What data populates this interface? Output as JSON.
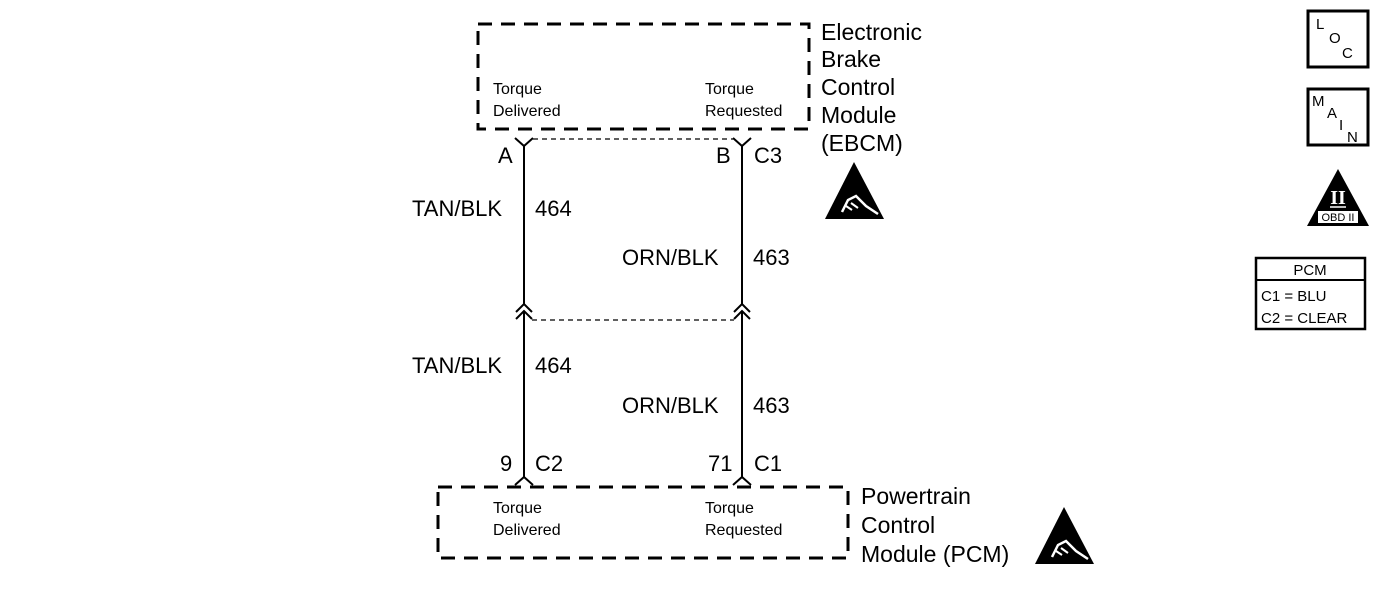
{
  "ebcm": {
    "name_lines": [
      "Electronic",
      "Brake",
      "Control",
      "Module",
      "(EBCM)"
    ],
    "pin_left_lines": [
      "Torque",
      "Delivered"
    ],
    "pin_right_lines": [
      "Torque",
      "Requested"
    ],
    "pin_left_id": "A",
    "pin_right_id": "B",
    "connector": "C3"
  },
  "wires": {
    "left": {
      "color": "TAN/BLK",
      "circuit": "464"
    },
    "right": {
      "color": "ORN/BLK",
      "circuit": "463"
    }
  },
  "pcm": {
    "name_lines": [
      "Powertrain",
      "Control",
      "Module (PCM)"
    ],
    "pin_left_lines": [
      "Torque",
      "Delivered"
    ],
    "pin_right_lines": [
      "Torque",
      "Requested"
    ],
    "pin_left_id": "9",
    "pin_left_connector": "C2",
    "pin_right_id": "71",
    "pin_right_connector": "C1"
  },
  "legend": {
    "loc_letters": [
      "L",
      "O",
      "C"
    ],
    "main_letters": [
      "M",
      "A",
      "I",
      "N"
    ],
    "obd_symbol": "II",
    "obd_label": "OBD II",
    "pcm_table": {
      "title": "PCM",
      "rows": [
        "C1 = BLU",
        "C2 = CLEAR"
      ]
    }
  },
  "icons": [
    "esd-sensitive-icon",
    "esd-sensitive-icon",
    "obd-ii-icon"
  ]
}
